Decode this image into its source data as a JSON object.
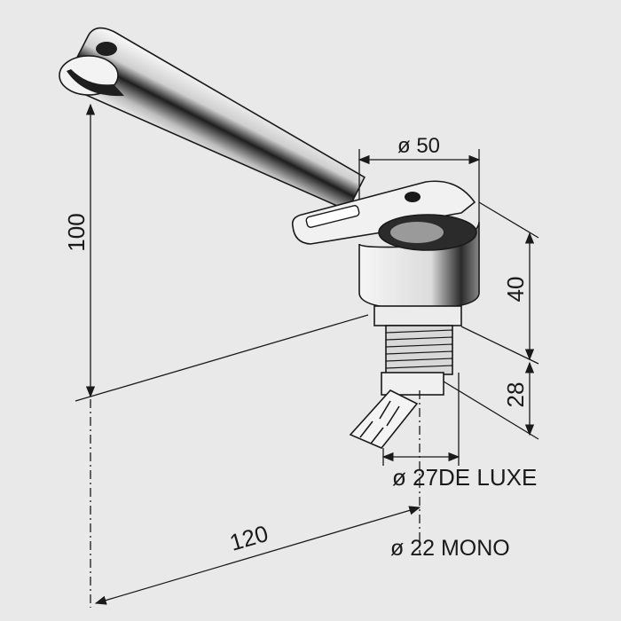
{
  "diagram": {
    "subject": "faucet",
    "colors": {
      "background": "#e9e9e9",
      "line": "#1a1a1a",
      "metal_light": "#f4f4f4",
      "metal_dark": "#2a2a2a"
    },
    "dimensions": {
      "height_total": "100",
      "reach": "120",
      "base_diameter": "ø 50",
      "body_height": "40",
      "thread_height": "28",
      "thread_diameter_deluxe": "ø 27",
      "deluxe_label": "DE LUXE",
      "thread_diameter_mono": "ø 22 MONO"
    }
  }
}
